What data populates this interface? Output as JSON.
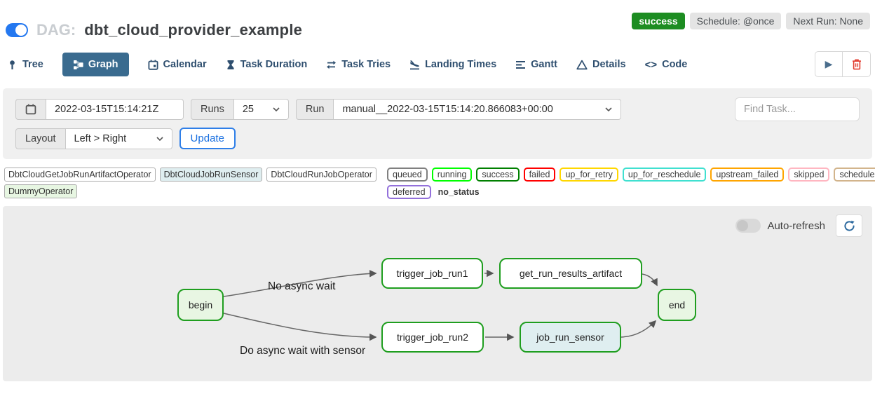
{
  "header": {
    "pause_toggle_on": true,
    "dag_prefix": "DAG:",
    "dag_title": "dbt_cloud_provider_example",
    "status_badge": "success",
    "schedule_badge": "Schedule: @once",
    "next_run_badge": "Next Run: None",
    "status_color": "#1d8d22"
  },
  "tabs": [
    {
      "label": "Tree",
      "icon": "tree-icon",
      "active": false
    },
    {
      "label": "Graph",
      "icon": "graph-icon",
      "active": true
    },
    {
      "label": "Calendar",
      "icon": "calendar-icon",
      "active": false
    },
    {
      "label": "Task Duration",
      "icon": "hourglass-icon",
      "active": false
    },
    {
      "label": "Task Tries",
      "icon": "repeat-icon",
      "active": false
    },
    {
      "label": "Landing Times",
      "icon": "plane-landing-icon",
      "active": false
    },
    {
      "label": "Gantt",
      "icon": "gantt-icon",
      "active": false
    },
    {
      "label": "Details",
      "icon": "details-icon",
      "active": false
    },
    {
      "label": "Code",
      "icon": "code-icon",
      "active": false
    }
  ],
  "tab_actions": {
    "trigger_icon": "play-icon",
    "delete_icon": "trash-icon"
  },
  "filters": {
    "base_date_value": "2022-03-15T15:14:21Z",
    "runs_label": "Runs",
    "runs_selected": "25",
    "run_label": "Run",
    "run_selected": "manual__2022-03-15T15:14:20.866083+00:00",
    "find_task_placeholder": "Find Task...",
    "layout_label": "Layout",
    "layout_selected": "Left > Right",
    "update_button": "Update"
  },
  "legend": {
    "operators": [
      {
        "label": "DbtCloudGetJobRunArtifactOperator",
        "fill": "#ffffff"
      },
      {
        "label": "DbtCloudJobRunSensor",
        "fill": "#dfeef0"
      },
      {
        "label": "DbtCloudRunJobOperator",
        "fill": "#ffffff"
      },
      {
        "label": "DummyOperator",
        "fill": "#e7f6e2"
      }
    ],
    "states": [
      {
        "label": "queued",
        "color": "#808080"
      },
      {
        "label": "running",
        "color": "#00ff00"
      },
      {
        "label": "success",
        "color": "#008000"
      },
      {
        "label": "failed",
        "color": "#ff0000"
      },
      {
        "label": "up_for_retry",
        "color": "#ffd700"
      },
      {
        "label": "up_for_reschedule",
        "color": "#40e0d0"
      },
      {
        "label": "upstream_failed",
        "color": "#ffa500"
      },
      {
        "label": "skipped",
        "color": "#ffb6c1"
      },
      {
        "label": "scheduled",
        "color": "#d2b48c"
      },
      {
        "label": "deferred",
        "color": "#9370db"
      },
      {
        "label": "no_status",
        "color": "transparent"
      }
    ]
  },
  "graph": {
    "auto_refresh_label": "Auto-refresh",
    "auto_refresh_on": false,
    "success_border": "#1f9e1f",
    "edge_labels": [
      {
        "text": "No async wait"
      },
      {
        "text": "Do async wait with sensor"
      }
    ],
    "nodes": [
      {
        "label": "begin",
        "operator": "DummyOperator",
        "state": "success",
        "fill": "#e8f6e3",
        "border": "#1f9e1f"
      },
      {
        "label": "trigger_job_run1",
        "operator": "DbtCloudRunJobOperator",
        "state": "success",
        "fill": "#ffffff",
        "border": "#1f9e1f"
      },
      {
        "label": "get_run_results_artifact",
        "operator": "DbtCloudGetJobRunArtifactOperator",
        "state": "success",
        "fill": "#ffffff",
        "border": "#1f9e1f"
      },
      {
        "label": "trigger_job_run2",
        "operator": "DbtCloudRunJobOperator",
        "state": "success",
        "fill": "#ffffff",
        "border": "#1f9e1f"
      },
      {
        "label": "job_run_sensor",
        "operator": "DbtCloudJobRunSensor",
        "state": "success",
        "fill": "#dfeef0",
        "border": "#1f9e1f"
      },
      {
        "label": "end",
        "operator": "DummyOperator",
        "state": "success",
        "fill": "#e8f6e3",
        "border": "#1f9e1f"
      }
    ]
  }
}
